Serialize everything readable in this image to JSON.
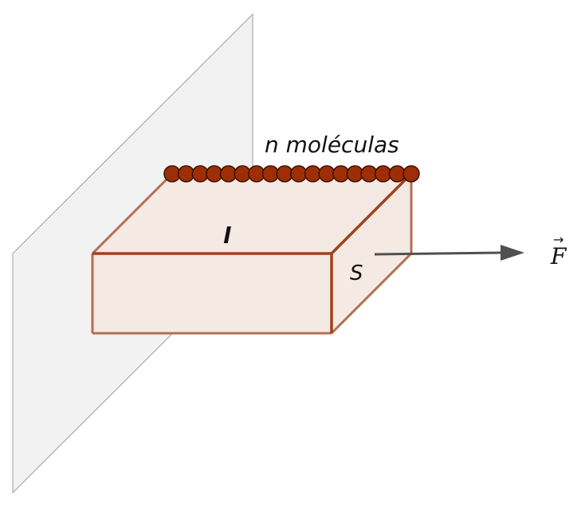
{
  "labels": {
    "molecules": "n moléculas",
    "length": "l",
    "area": "S",
    "force": "F",
    "force_vector_mark": "→"
  },
  "molecule_count": 18,
  "colors": {
    "wall_fill": "#f2f2f2",
    "wall_stroke": "#aaaaaa",
    "block_fill": "#f5e9e4",
    "block_edge": "#a0401a",
    "block_edge_soft": "#b36f55",
    "molecule_fill": "#9e2e05",
    "molecule_stroke": "#3a1200",
    "arrow": "#505050",
    "text": "#111111"
  }
}
